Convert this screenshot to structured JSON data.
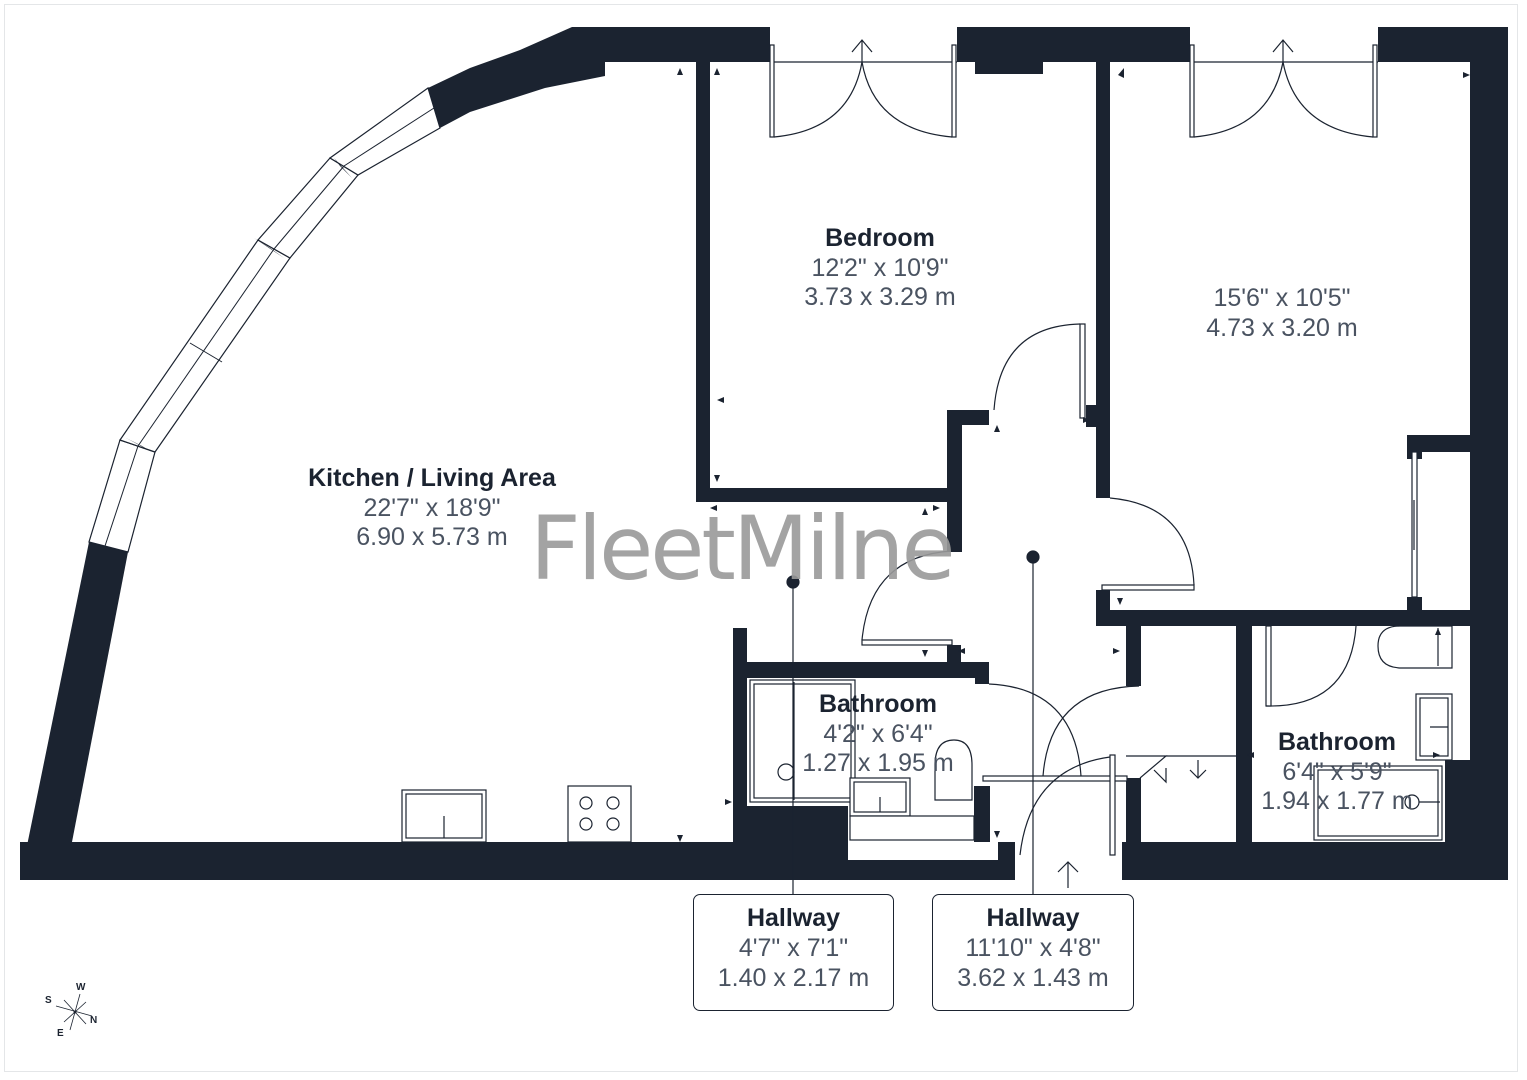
{
  "brand": {
    "watermark": "FleetMilne",
    "wall_color": "#1b2330",
    "watermark_color": "#9a9a9a"
  },
  "rooms": {
    "kitchen_living": {
      "name": "Kitchen / Living Area",
      "imperial": "22'7\" x 18'9\"",
      "metric": "6.90 x 5.73 m"
    },
    "bedroom_1": {
      "name": "Bedroom",
      "imperial": "12'2\" x 10'9\"",
      "metric": "3.73 x 3.29 m"
    },
    "bedroom_2": {
      "name": "",
      "imperial": "15'6\" x 10'5\"",
      "metric": "4.73 x 3.20 m"
    },
    "bathroom_1": {
      "name": "Bathroom",
      "imperial": "4'2\" x 6'4\"",
      "metric": "1.27 x 1.95 m"
    },
    "bathroom_2": {
      "name": "Bathroom",
      "imperial": "6'4\" x 5'9\"",
      "metric": "1.94 x 1.77 m"
    },
    "hallway_1": {
      "name": "Hallway",
      "imperial": "4'7\" x 7'1\"",
      "metric": "1.40 x 2.17 m"
    },
    "hallway_2": {
      "name": "Hallway",
      "imperial": "11'10\" x 4'8\"",
      "metric": "3.62 x 1.43 m"
    }
  },
  "compass": {
    "n": "N",
    "s": "S",
    "e": "E",
    "w": "W"
  }
}
